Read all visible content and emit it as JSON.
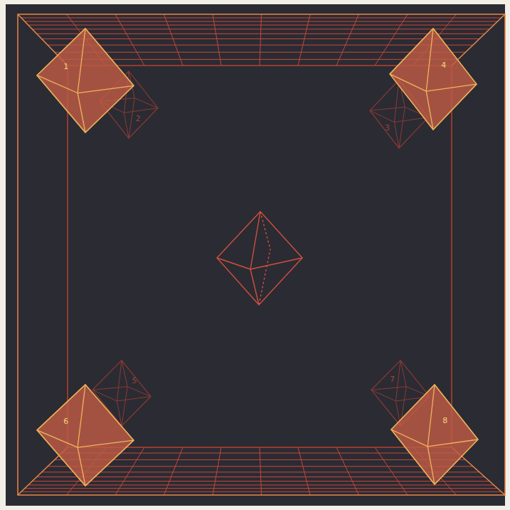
{
  "diagram": {
    "nodes": [
      {
        "text": [
          "2"
        ]
      },
      {
        "text": [
          "1"
        ]
      },
      {
        "text": [
          "3"
        ]
      },
      {
        "text": [
          "4"
        ]
      },
      {
        "text": [
          "5"
        ]
      },
      {
        "text": [
          "6"
        ]
      },
      {
        "text": [
          "7"
        ]
      },
      {
        "text": [
          "8"
        ]
      }
    ]
  }
}
